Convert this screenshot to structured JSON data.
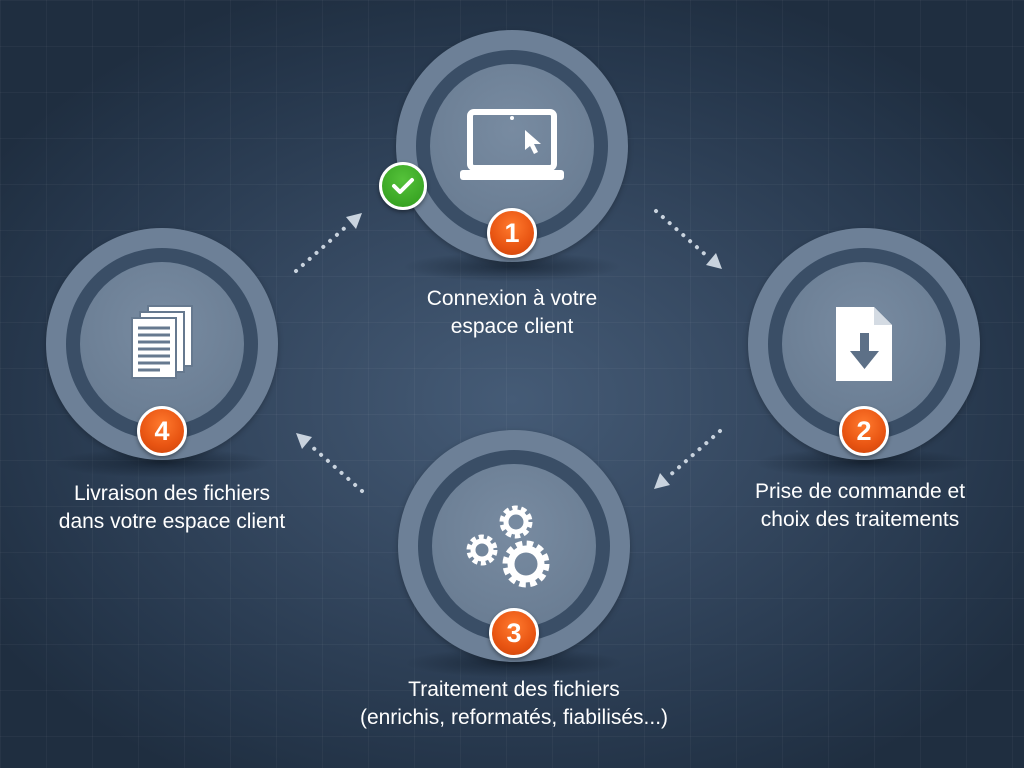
{
  "steps": [
    {
      "number": "1",
      "icon": "laptop-icon",
      "label_lines": [
        "Connexion à votre",
        "espace client"
      ],
      "completed": true
    },
    {
      "number": "2",
      "icon": "file-download-icon",
      "label_lines": [
        "Prise de commande et",
        "choix des traitements"
      ]
    },
    {
      "number": "3",
      "icon": "gears-icon",
      "label_lines": [
        "Traitement des fichiers",
        "(enrichis, reformatés, fiabilisés...)"
      ]
    },
    {
      "number": "4",
      "icon": "documents-icon",
      "label_lines": [
        "Livraison des fichiers",
        "dans votre espace client"
      ]
    }
  ],
  "colors": {
    "badge": "#e85412",
    "check": "#2f9a1c",
    "ring": "#6d8097",
    "background": "#2c3e54"
  }
}
